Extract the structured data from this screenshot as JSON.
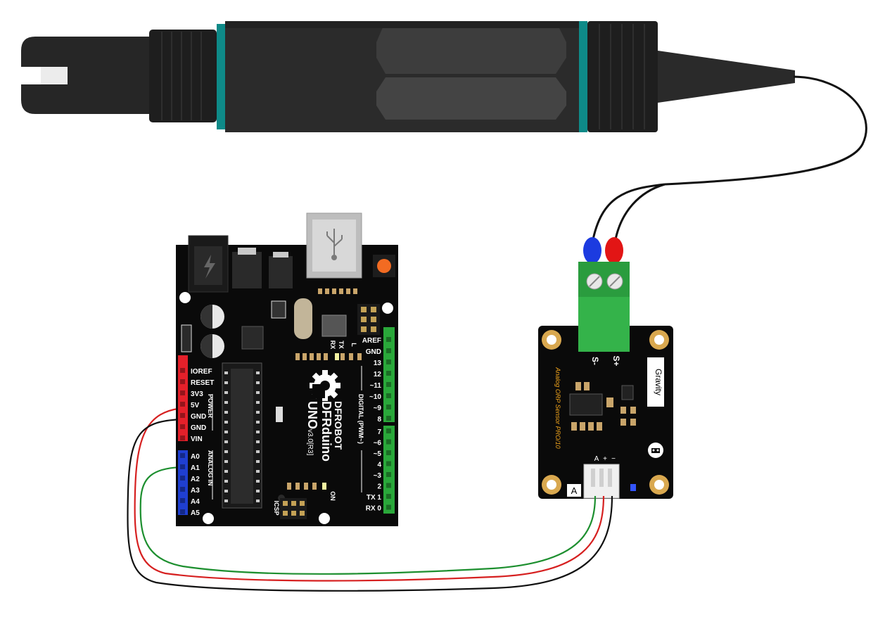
{
  "colors": {
    "probe_body": "#2b2b2b",
    "probe_dark": "#1e1e1e",
    "probe_ring": "#0e8a88",
    "board": "#0a0a0a",
    "header_red": "#e4202a",
    "header_blue": "#1f3fd1",
    "header_green": "#2aa83a",
    "terminal_green": "#34b34a",
    "gravity_accent": "#f2a51c",
    "wire_red": "#d62020",
    "wire_green": "#1d8f2f",
    "wire_black": "#111111",
    "wire_blue_cap": "#1c3be0",
    "wire_red_cap": "#e21515"
  },
  "arduino": {
    "brand_line1": "DFROBOT",
    "brand_line2": "DFRduino",
    "model": "UNO",
    "version": "v3.0[R3]",
    "power_group": "POWER",
    "analog_group": "ANALOG IN",
    "digital_group": "DIGITAL (PWM~)",
    "icsp": "ICSP",
    "on_led": "ON",
    "tx_led": "TX",
    "rx_led": "RX",
    "l_led": "L",
    "power_pins": [
      "IOREF",
      "RESET",
      "3V3",
      "5V",
      "GND",
      "GND",
      "VIN"
    ],
    "analog_pins": [
      "A0",
      "A1",
      "A2",
      "A3",
      "A4",
      "A5"
    ],
    "digital_top": [
      "AREF",
      "GND",
      "13",
      "12",
      "~11",
      "~10",
      "~9",
      "8"
    ],
    "digital_bottom": [
      "7",
      "~6",
      "~5",
      "4",
      "~3",
      "2",
      "TX 1",
      "RX 0"
    ]
  },
  "sensor": {
    "brand": "Gravity",
    "product": "Analog ORP Sensor PRO/10",
    "terminal_neg": "S-",
    "terminal_pos": "S+",
    "connector_pins": [
      "A",
      "+",
      "−"
    ],
    "signal_tag": "A"
  }
}
